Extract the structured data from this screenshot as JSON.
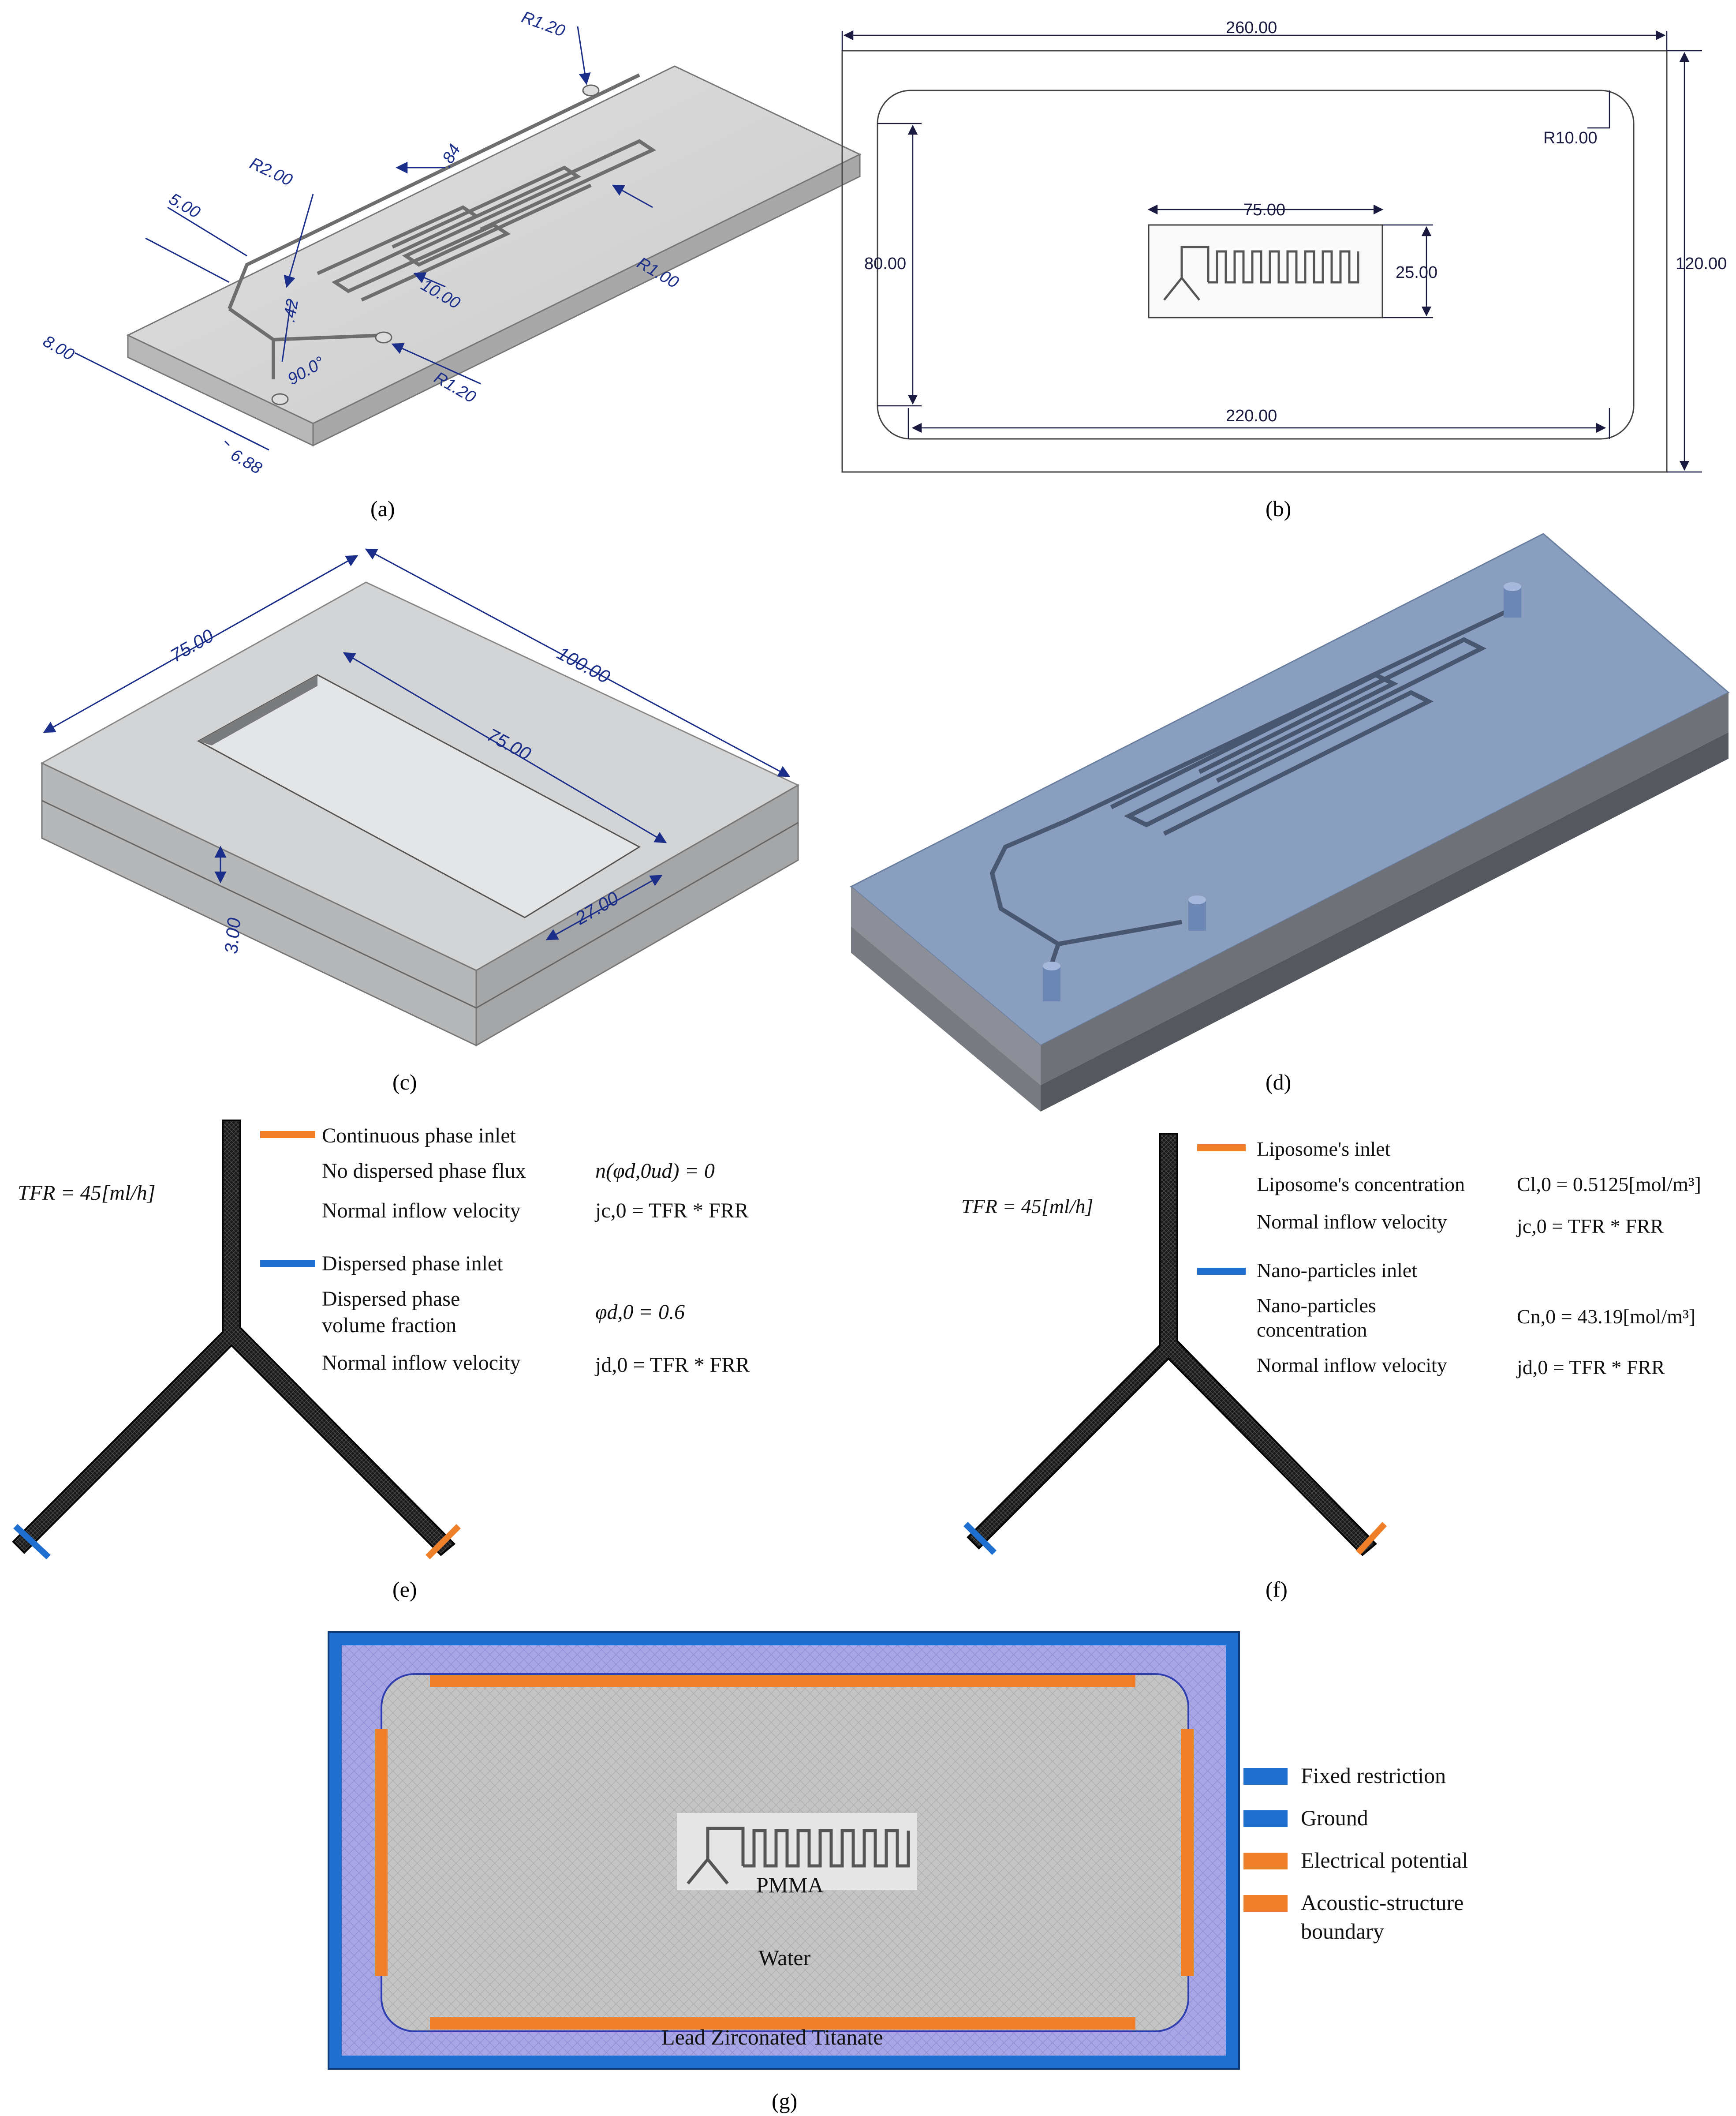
{
  "panel_a": {
    "caption": "(a)",
    "dims": {
      "r120_top": "R1.20",
      "r2": "R2.00",
      "d84": ".84",
      "d5": "5.00",
      "r1": "R1.00",
      "d10": "10.00",
      "d42": ".42",
      "d90": "90.0°",
      "r120_bot": "R1.20",
      "d8": "8.00",
      "d688": "6.88"
    }
  },
  "panel_b": {
    "caption": "(b)",
    "dims": {
      "w260": "260.00",
      "h120": "120.00",
      "r10": "R10.00",
      "h80": "80.00",
      "w220": "220.00",
      "w75": "75.00",
      "h25": "25.00"
    }
  },
  "panel_c": {
    "caption": "(c)",
    "dims": {
      "d75a": "75.00",
      "d100": "100.00",
      "d75b": "75.00",
      "d27": "27.00",
      "d3": "3.00"
    }
  },
  "panel_d": {
    "caption": "(d)"
  },
  "panel_e": {
    "caption": "(e)",
    "tfr": "TFR = 45[ml/h]",
    "legend_inlet_c": "Continuous phase inlet",
    "row1_label": "No dispersed phase flux",
    "row1_value": "n(φd,0ud) = 0",
    "row2_label": "Normal inflow velocity",
    "row2_value": "jc,0 = TFR * FRR",
    "legend_inlet_d": "Dispersed phase inlet",
    "row3_label_1": "Dispersed phase",
    "row3_label_2": "volume fraction",
    "row3_value": "φd,0 = 0.6",
    "row4_label": "Normal inflow velocity",
    "row4_value": "jd,0 = TFR * FRR"
  },
  "panel_f": {
    "caption": "(f)",
    "tfr": "TFR = 45[ml/h]",
    "legend_inlet_l": "Liposome's inlet",
    "row1_label": "Liposome's concentration",
    "row1_value": "Cl,0 = 0.5125[mol/m³]",
    "row2_label": "Normal inflow velocity",
    "row2_value": "jc,0 = TFR * FRR",
    "legend_inlet_n": "Nano-particles inlet",
    "row3_label_1": "Nano-particles",
    "row3_label_2": "concentration",
    "row3_value": "Cn,0 = 43.19[mol/m³]",
    "row4_label": "Normal inflow velocity",
    "row4_value": "jd,0 = TFR * FRR"
  },
  "panel_g": {
    "caption": "(g)",
    "pmma": "PMMA",
    "water": "Water",
    "pzt": "Lead Zirconated Titanate",
    "legend": [
      {
        "label": "Fixed restriction",
        "color": "#1f6fd1"
      },
      {
        "label": "Ground",
        "color": "#1f6fd1"
      },
      {
        "label": "Electrical potential",
        "color": "#f07f2a"
      },
      {
        "label": "Acoustic-structure",
        "label2": "boundary",
        "color": "#f07f2a"
      }
    ]
  },
  "colors": {
    "blue": "#1f6fd1",
    "orange": "#f07f2a",
    "dim_blue": "#1a2e8a"
  }
}
